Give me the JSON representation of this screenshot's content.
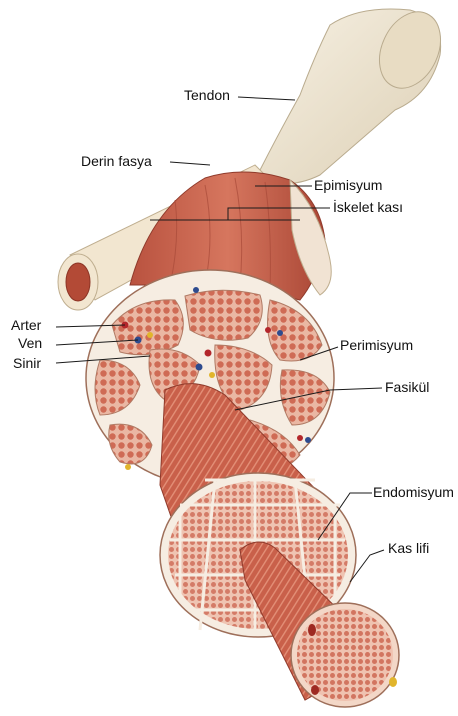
{
  "labels": {
    "tendon": "Tendon",
    "deep_fascia": "Derin fasya",
    "epimysium": "Epimisyum",
    "skeletal_muscle": "İskelet kası",
    "artery": "Arter",
    "vein": "Ven",
    "nerve": "Sinir",
    "perimysium": "Perimisyum",
    "fascicle": "Fasikül",
    "endomysium": "Endomisyum",
    "muscle_fiber": "Kas lifi"
  },
  "colors": {
    "muscle": "#c9604a",
    "muscle_dark": "#9e3f30",
    "muscle_light": "#e9a28c",
    "connective": "#f6ede2",
    "tendon": "#efe6d2",
    "artery": "#b3262b",
    "vein": "#2e4b8e",
    "nerve": "#e1b52c"
  }
}
